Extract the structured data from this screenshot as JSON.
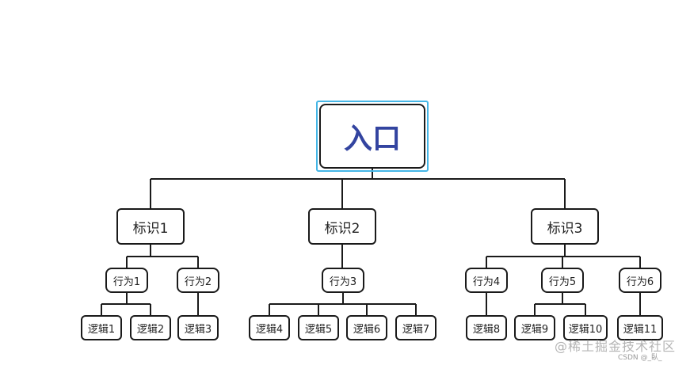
{
  "root": {
    "label": "入口"
  },
  "ids": [
    {
      "label": "标识1",
      "behaviors": [
        {
          "label": "行为1",
          "logics": [
            "逻辑1",
            "逻辑2"
          ]
        },
        {
          "label": "行为2",
          "logics": [
            "逻辑3"
          ]
        }
      ]
    },
    {
      "label": "标识2",
      "behaviors": [
        {
          "label": "行为3",
          "logics": [
            "逻辑4",
            "逻辑5",
            "逻辑6",
            "逻辑7"
          ]
        }
      ]
    },
    {
      "label": "标识3",
      "behaviors": [
        {
          "label": "行为4",
          "logics": [
            "逻辑8"
          ]
        },
        {
          "label": "行为5",
          "logics": [
            "逻辑9",
            "逻辑10"
          ]
        },
        {
          "label": "行为6",
          "logics": [
            "逻辑11"
          ]
        }
      ]
    }
  ],
  "watermark": {
    "main": "@稀土掘金技术社区",
    "sub": "CSDN @_臥_"
  },
  "colors": {
    "line": "#1a1a1a",
    "root_text": "#3344a0",
    "selection": "#45b6e6"
  }
}
